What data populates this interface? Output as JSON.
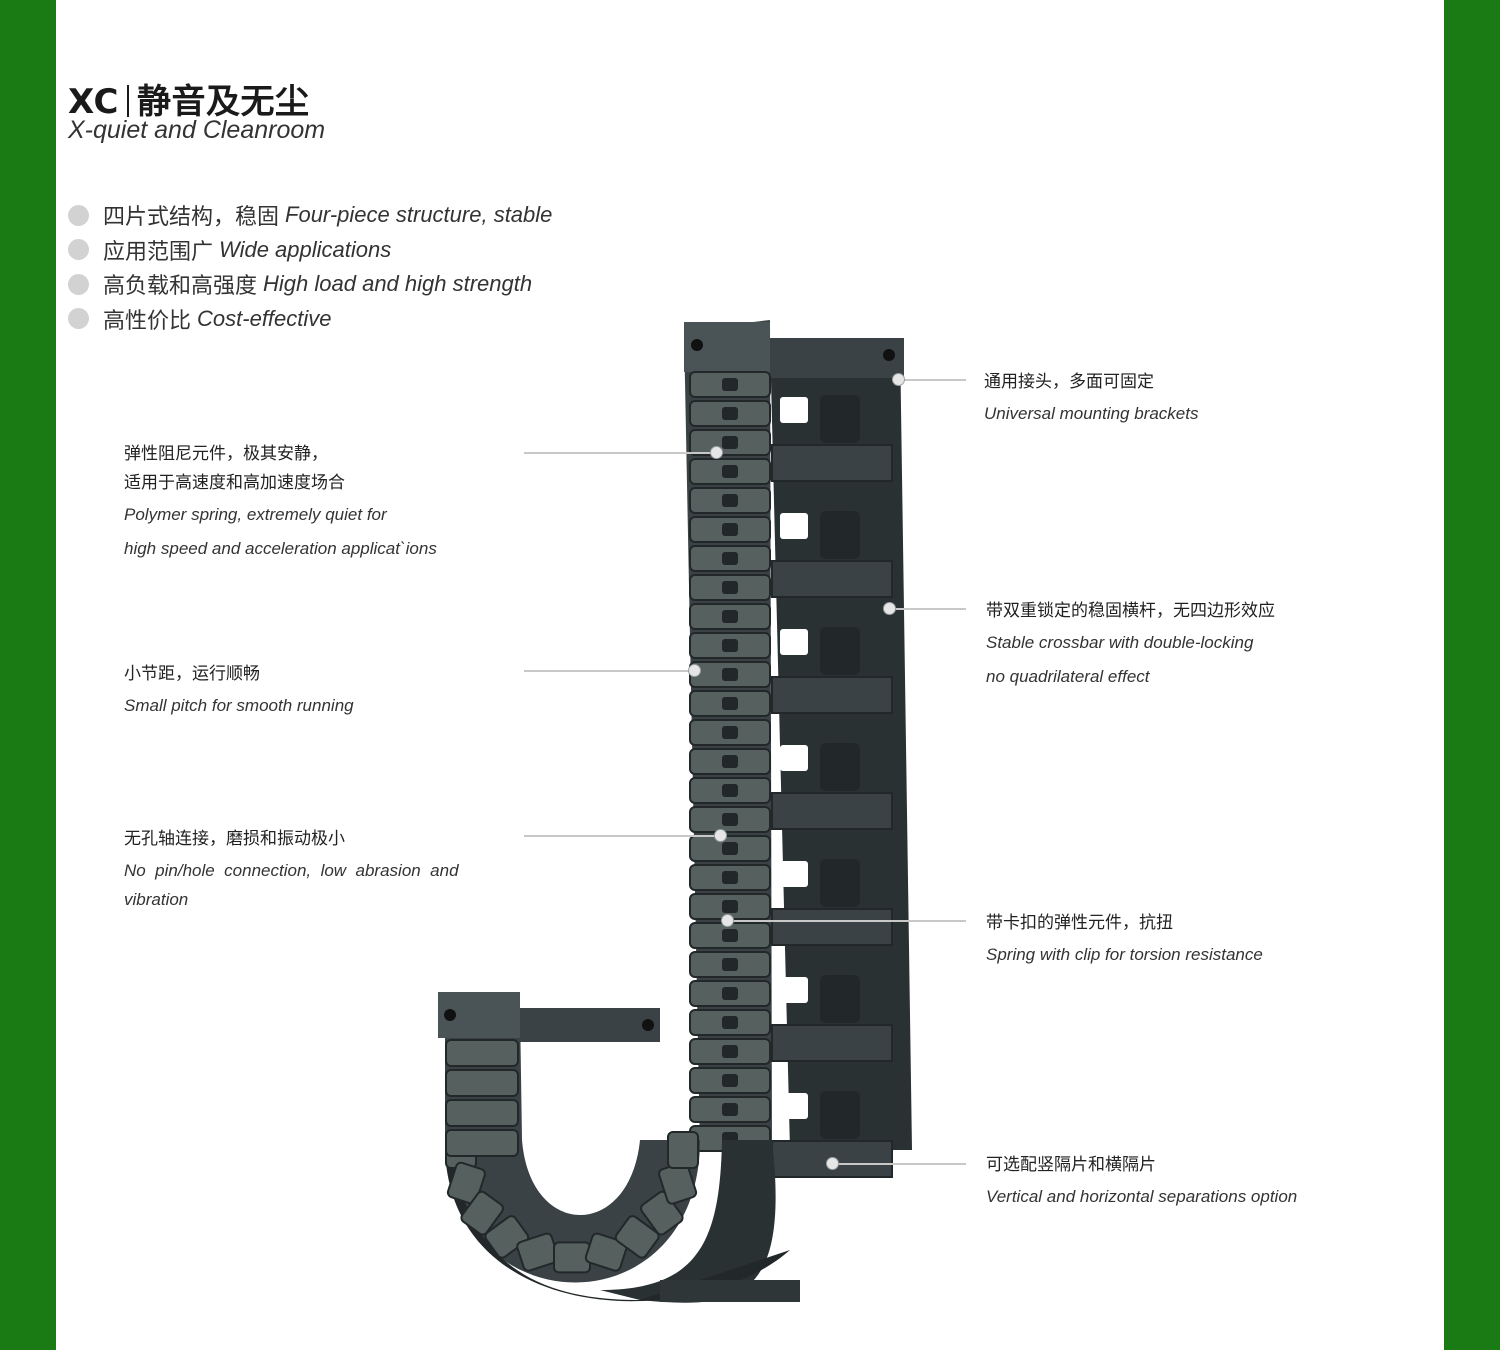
{
  "header": {
    "code": "XC",
    "title_zh": "静音及无尘",
    "subtitle": "X-quiet and Cleanroom"
  },
  "features": [
    {
      "zh": "四片式结构，稳固",
      "en": "Four-piece structure, stable"
    },
    {
      "zh": "应用范围广",
      "en": "Wide applications"
    },
    {
      "zh": "高负载和高强度",
      "en": "High load and high strength"
    },
    {
      "zh": "高性价比",
      "en": "Cost-effective"
    }
  ],
  "callouts": {
    "polymer_spring": {
      "zh1": "弹性阻尼元件，极其安静，",
      "zh2": "适用于高速度和高加速度场合",
      "en1": "Polymer spring, extremely quiet for",
      "en2": "high speed and acceleration applicat`ions"
    },
    "small_pitch": {
      "zh1": "小节距，运行顺畅",
      "en1": "Small pitch for smooth running"
    },
    "no_pin": {
      "zh1": "无孔轴连接，磨损和振动极小",
      "en1": "No  pin/hole  connection,  low  abrasion  and",
      "en2": "vibration"
    },
    "mounting": {
      "zh1": "通用接头，多面可固定",
      "en1": "Universal mounting brackets"
    },
    "crossbar": {
      "zh1": "带双重锁定的稳固横杆，无四边形效应",
      "en1": "Stable crossbar with double-locking",
      "en2": "no quadrilateral effect"
    },
    "clip": {
      "zh1": "带卡扣的弹性元件，抗扭",
      "en1": "Spring with clip for torsion resistance"
    },
    "separations": {
      "zh1": "可选配竖隔片和横隔片",
      "en1": "Vertical and horizontal separations option"
    }
  },
  "colors": {
    "frame_green": "#1a7a14",
    "chain_body": "#3a4245",
    "chain_dark": "#22282a",
    "chain_light": "#56605f",
    "bullet_grey": "#d2d2d2"
  }
}
